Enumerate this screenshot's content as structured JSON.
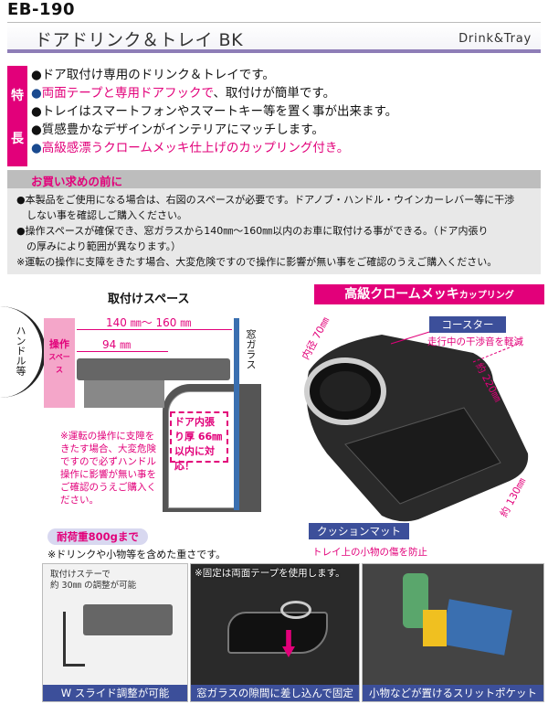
{
  "header": {
    "model": "EB-190",
    "title_jp": "ドアドリンク＆トレイ BK",
    "title_en": "Drink&Tray"
  },
  "features": {
    "tag_chars": [
      "特",
      "長"
    ],
    "items": [
      {
        "pink": "",
        "text": "●ドア取付け専用のドリンク＆トレイです。"
      },
      {
        "pink": "両面テープと専用ドアフックで",
        "text": "、取付けが簡単です。"
      },
      {
        "pink": "",
        "text": "●トレイはスマートフォンやスマートキー等を置く事が出来ます。"
      },
      {
        "pink": "",
        "text": "●質感豊かなデザインがインテリアにマッチします。"
      },
      {
        "pink": "高級感漂うクロームメッキ仕上げのカップリング付き。",
        "text": ""
      }
    ]
  },
  "notice": {
    "heading": "お買い求めの前に",
    "lines": [
      "●本製品をご使用になる場合は、右図のスペースが必要です。ドアノブ・ハンドル・ウインカーレバー等に干渉",
      "　しない事を確認しご購入ください。",
      "●操作スペースが確保でき、窓ガラスから140㎜〜160㎜以内のお車に取付ける事ができる。（ドア内張り",
      "　の厚みにより範囲が異なります。）",
      "※運転の操作に支障をきたす場合、大変危険ですので操作に影響が無い事をご確認のうえご購入ください。"
    ]
  },
  "diagram": {
    "title": "取付けスペース",
    "handle_label": "ハンドル等",
    "op_label": "操作",
    "op_label_small": "スペース",
    "dim_total": "140 ㎜〜 160 ㎜",
    "dim_inner": "94 ㎜",
    "window_label": "窓ガラス",
    "door_note": "ドア内張り厚 66㎜以内に対応！",
    "caution": "※運転の操作に支障をきたす場合、大変危険ですので必ずハンドル操作に影響が無い事をご確認のうえご購入ください。",
    "weight_badge": "耐荷重800gまで",
    "weight_note": "※ドリンクや小物等を含めた重さです。"
  },
  "product": {
    "chrome_banner": "高級クロームメッキ",
    "chrome_banner_small": "カップリング",
    "coaster_tag": "コースター",
    "coaster_sub": "走行中の干渉音を軽減",
    "mat_tag": "クッションマット",
    "mat_sub": "トレイ上の小物の傷を防止",
    "dim_inner": "内径 70㎜",
    "dim_length": "約 220㎜",
    "dim_width": "約 130㎜"
  },
  "panels": [
    {
      "caption": "W スライド調整が可能",
      "note1": "取付けステーで",
      "note2": "約 30㎜ の調整が可能"
    },
    {
      "caption": "窓ガラスの隙間に差し込んで固定",
      "note1": "※固定は両面テープを使用します。"
    },
    {
      "caption": "小物などが置けるスリットポケット"
    }
  ],
  "colors": {
    "accent_pink": "#e2007a",
    "accent_blue": "#3c4f9a",
    "title_line": "#8e7db7"
  }
}
